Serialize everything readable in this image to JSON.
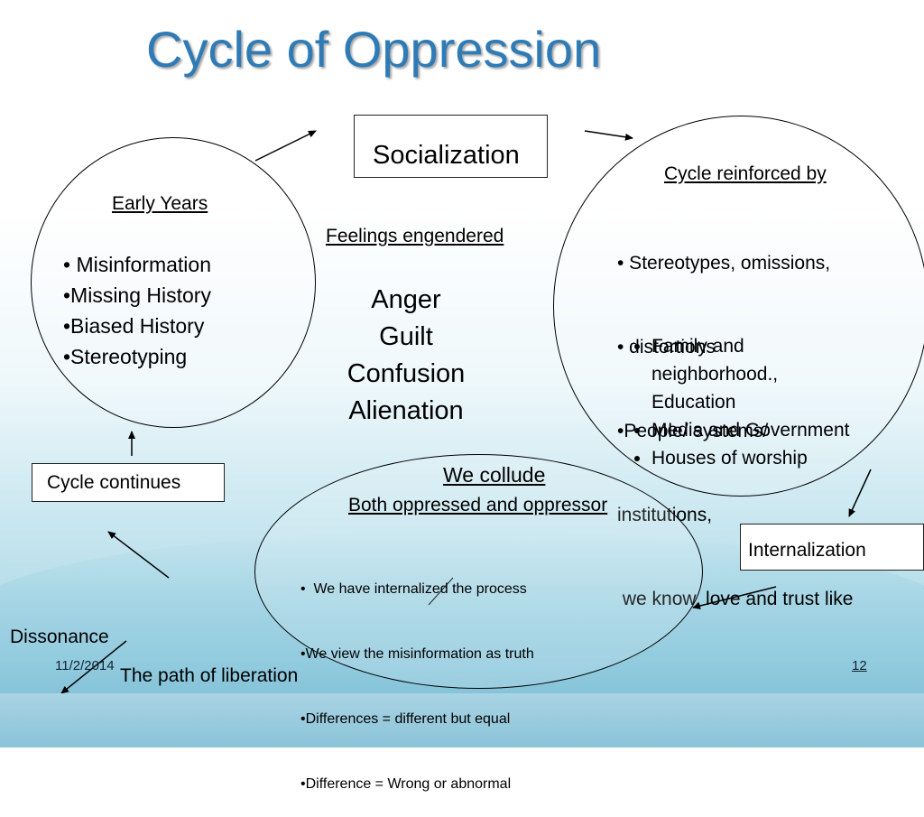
{
  "title": "Cycle of Oppression",
  "socialization": "Socialization",
  "early_years": {
    "heading": "Early Years",
    "items": [
      "• Misinformation",
      "•Missing History",
      "•Biased History",
      "•Stereotyping"
    ]
  },
  "feelings": {
    "heading": "Feelings engendered",
    "items": [
      "Anger",
      "Guilt",
      "Confusion",
      "Alienation"
    ]
  },
  "reinforced": {
    "heading": "Cycle reinforced by",
    "lines": [
      "• Stereotypes, omissions,",
      "• distortions",
      "•People/ systems/",
      "institutions,",
      " we know, love and trust like"
    ],
    "bullets": [
      "Family and neighborhood., Education",
      "Media and Government",
      "Houses of worship"
    ]
  },
  "internalization": "Internalization",
  "collude": {
    "heading": "We collude",
    "subheading": "Both oppressed and oppressor",
    "items": [
      "•  We have internalized the process",
      "•We view the misinformation as truth",
      "•Differences = different but equal",
      "•Difference = Wrong or abnormal"
    ]
  },
  "cycle_continues": "Cycle continues",
  "dissonance": "Dissonance",
  "path": "The path of liberation",
  "footer": {
    "date": "11/2/2014",
    "page": "12"
  },
  "colors": {
    "title": "#2e7bb6",
    "background_bottom": "#9fd2e2"
  }
}
